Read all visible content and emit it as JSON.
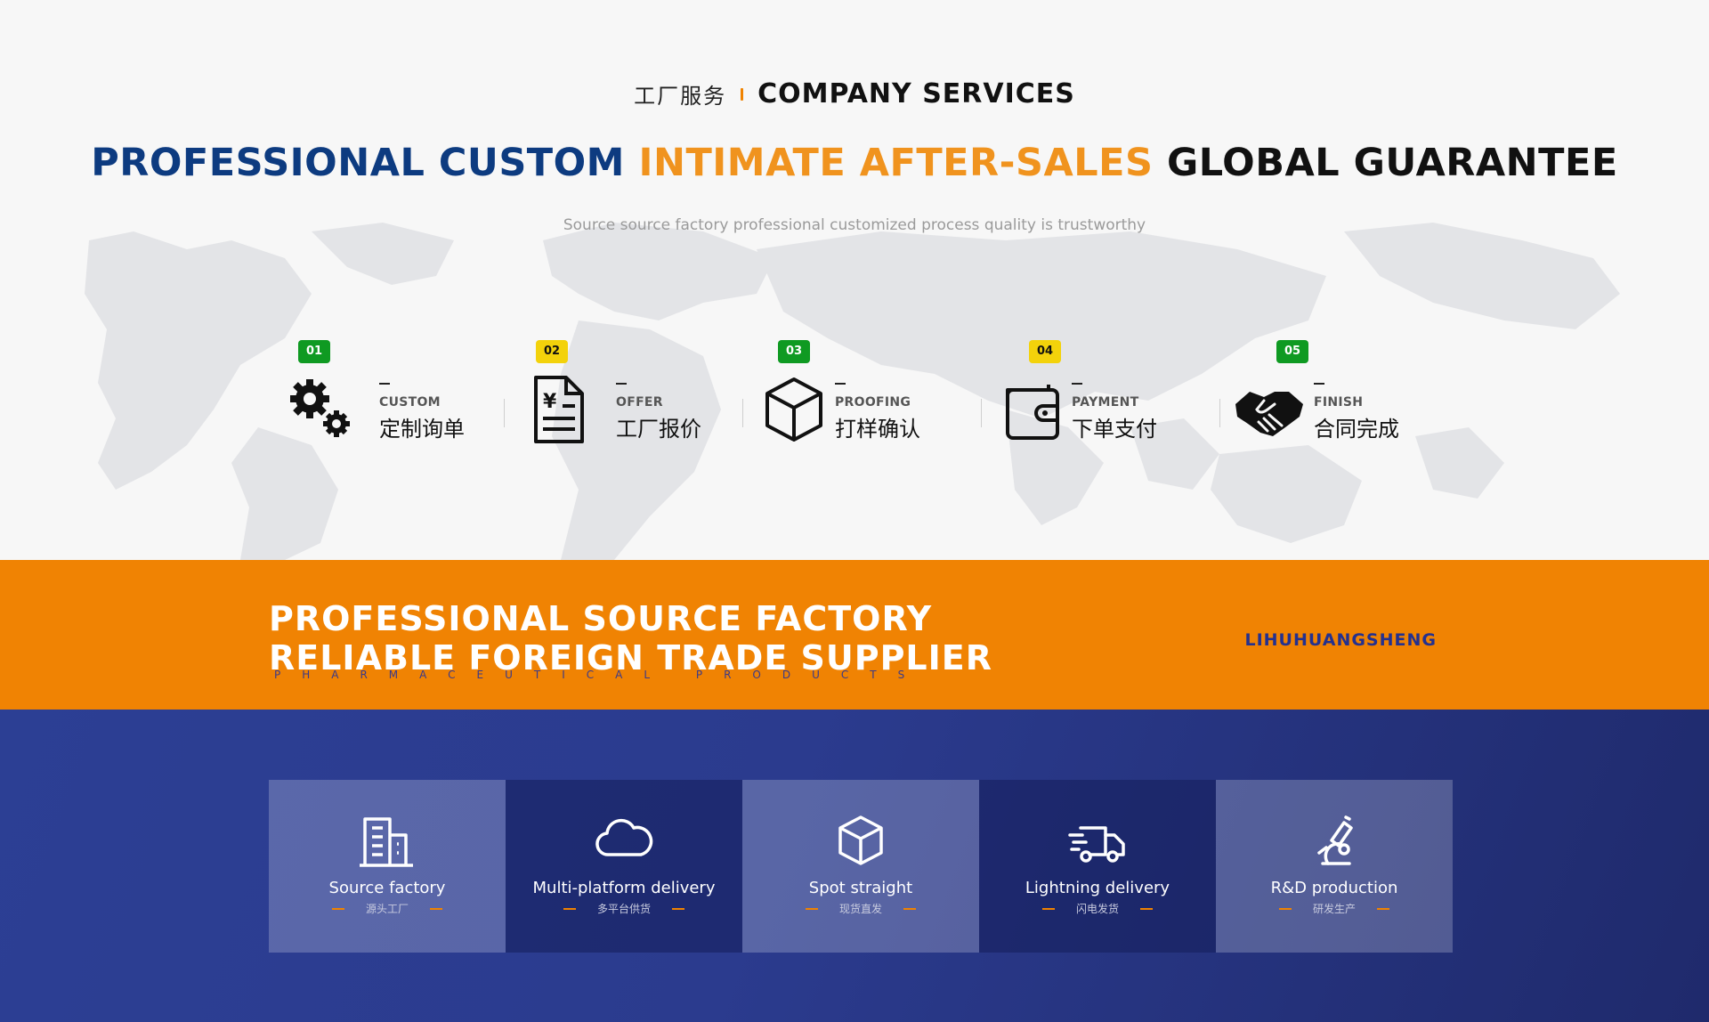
{
  "eyebrow": {
    "cn": "工厂服务",
    "en": "COMPANY SERVICES"
  },
  "headline": {
    "part1": "PROFESSIONAL CUSTOM",
    "part2": "INTIMATE AFTER-SALES",
    "part3": "GLOBAL GUARANTEE"
  },
  "tagline": "Source source factory professional customized process quality is trustworthy",
  "steps": [
    {
      "num": "01",
      "badge_color": "green",
      "en": "CUSTOM",
      "cn": "定制询单",
      "icon": "gears-icon"
    },
    {
      "num": "02",
      "badge_color": "yellow",
      "en": "OFFER",
      "cn": "工厂报价",
      "icon": "invoice-icon"
    },
    {
      "num": "03",
      "badge_color": "green",
      "en": "PROOFING",
      "cn": "打样确认",
      "icon": "box-icon"
    },
    {
      "num": "04",
      "badge_color": "yellow",
      "en": "PAYMENT",
      "cn": "下单支付",
      "icon": "wallet-icon"
    },
    {
      "num": "05",
      "badge_color": "green",
      "en": "FINISH",
      "cn": "合同完成",
      "icon": "handshake-icon"
    }
  ],
  "banner": {
    "line1": "PROFESSIONAL SOURCE FACTORY",
    "line2": "RELIABLE FOREIGN TRADE SUPPLIER",
    "sub": "PHARMACEUTICAL PRODUCTS",
    "brand": "LIHUHUANGSHENG"
  },
  "features": [
    {
      "title": "Source factory",
      "sub": "源头工厂",
      "icon": "building-icon"
    },
    {
      "title": "Multi-platform delivery",
      "sub": "多平台供货",
      "icon": "cloud-icon"
    },
    {
      "title": "Spot straight",
      "sub": "现货直发",
      "icon": "cube-icon"
    },
    {
      "title": "Lightning delivery",
      "sub": "闪电发货",
      "icon": "truck-icon"
    },
    {
      "title": "R&D production",
      "sub": "研发生产",
      "icon": "microscope-icon"
    }
  ],
  "colors": {
    "accent": "#f08303",
    "navy": "#0d3b80",
    "green_badge": "#0f9a22",
    "yellow_badge": "#f3d20b",
    "blue_bg": "#2c3f94"
  }
}
